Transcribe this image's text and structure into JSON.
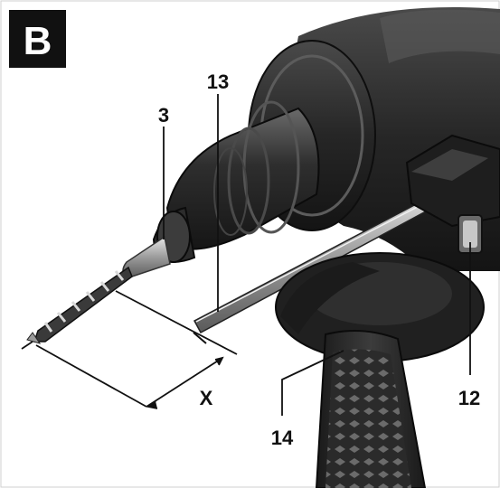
{
  "figure": {
    "panel_label": "B",
    "callouts": {
      "drill_bit": "3",
      "depth_stop_rod": "13",
      "auxiliary_handle": "14",
      "depth_stop_button": "12",
      "drilling_depth": "X"
    },
    "colors": {
      "background": "#ffffff",
      "badge": "#111111",
      "tool_body": "#1f1f1f",
      "tool_mid": "#3a3a3a",
      "tool_highlight": "#8a8a8a",
      "metal": "#b8b8b8",
      "lines": "#111111"
    }
  }
}
